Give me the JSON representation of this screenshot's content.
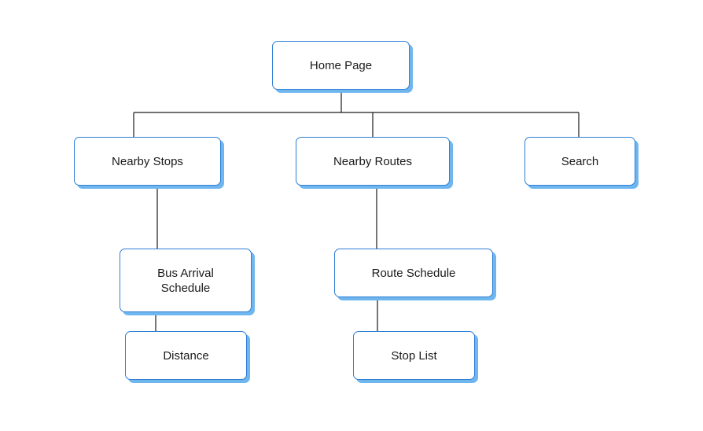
{
  "diagram": {
    "type": "tree",
    "nodes": {
      "home": "Home Page",
      "nearby_stops": "Nearby Stops",
      "nearby_routes": "Nearby Routes",
      "search": "Search",
      "bus_arrival_schedule": "Bus Arrival Schedule",
      "route_schedule": "Route Schedule",
      "distance": "Distance",
      "stop_list": "Stop List"
    },
    "edges": [
      [
        "home",
        "nearby_stops"
      ],
      [
        "home",
        "nearby_routes"
      ],
      [
        "home",
        "search"
      ],
      [
        "nearby_stops",
        "bus_arrival_schedule"
      ],
      [
        "bus_arrival_schedule",
        "distance"
      ],
      [
        "nearby_routes",
        "route_schedule"
      ],
      [
        "route_schedule",
        "stop_list"
      ]
    ],
    "colors": {
      "border": "#2f7fd6",
      "shadow": "#6fb6ef",
      "connector": "#1a1a1a"
    }
  }
}
